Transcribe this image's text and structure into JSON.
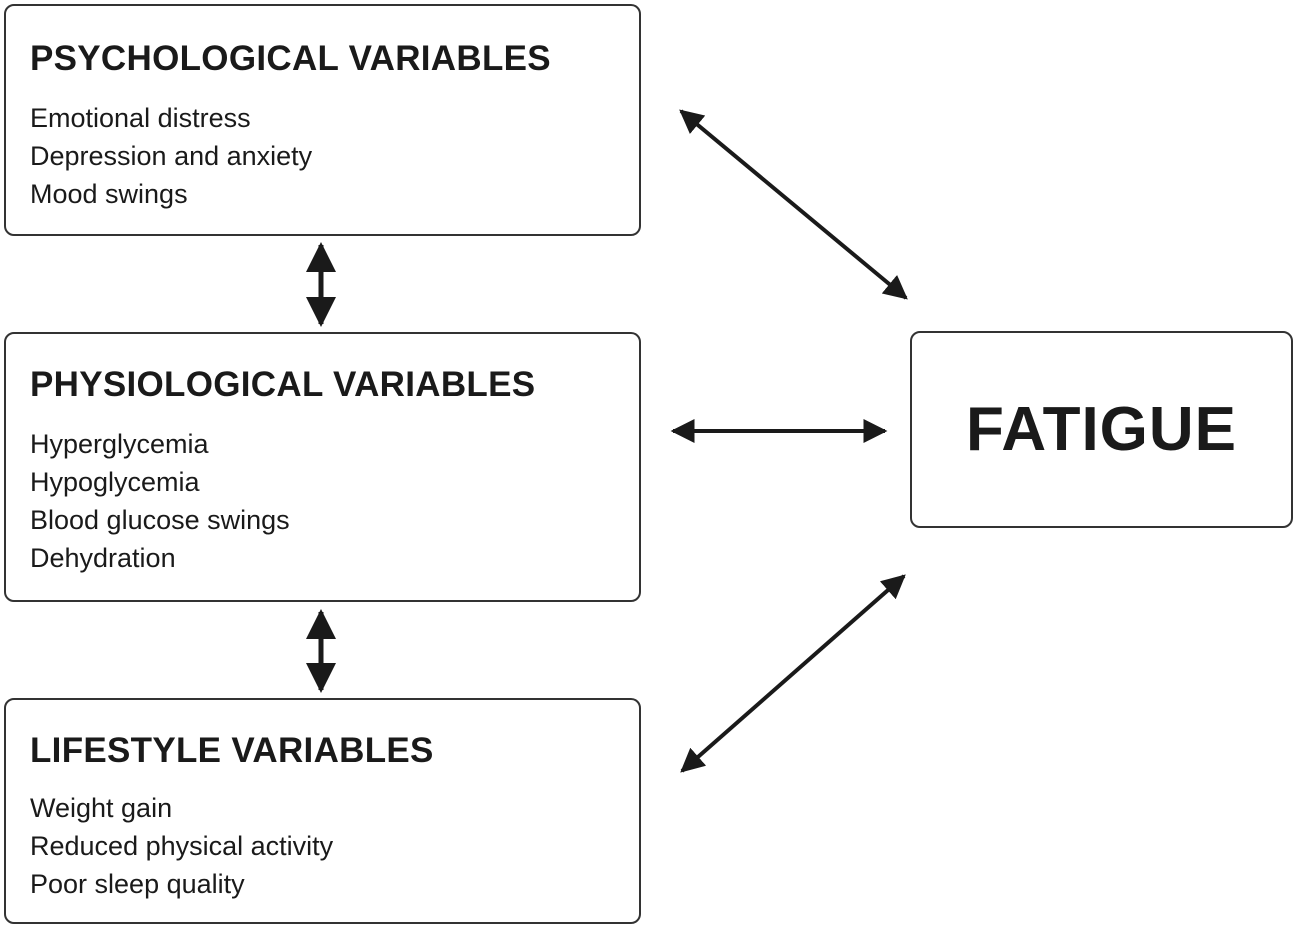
{
  "boxes": {
    "psychological": {
      "title": "PSYCHOLOGICAL VARIABLES",
      "items": [
        "Emotional distress",
        "Depression and anxiety",
        "Mood swings"
      ]
    },
    "physiological": {
      "title": "PHYSIOLOGICAL VARIABLES",
      "items": [
        "Hyperglycemia",
        "Hypoglycemia",
        "Blood glucose swings",
        "Dehydration"
      ]
    },
    "lifestyle": {
      "title": "LIFESTYLE VARIABLES",
      "items": [
        "Weight gain",
        "Reduced physical activity",
        "Poor sleep quality"
      ]
    },
    "fatigue": {
      "title": "FATIGUE"
    }
  },
  "connections": [
    {
      "from": "psychological",
      "to": "physiological",
      "direction": "bidirectional"
    },
    {
      "from": "physiological",
      "to": "lifestyle",
      "direction": "bidirectional"
    },
    {
      "from": "psychological",
      "to": "fatigue",
      "direction": "bidirectional"
    },
    {
      "from": "physiological",
      "to": "fatigue",
      "direction": "bidirectional"
    },
    {
      "from": "lifestyle",
      "to": "fatigue",
      "direction": "bidirectional"
    }
  ],
  "colors": {
    "stroke": "#1a1a1a",
    "border": "#333333",
    "background": "#ffffff"
  }
}
